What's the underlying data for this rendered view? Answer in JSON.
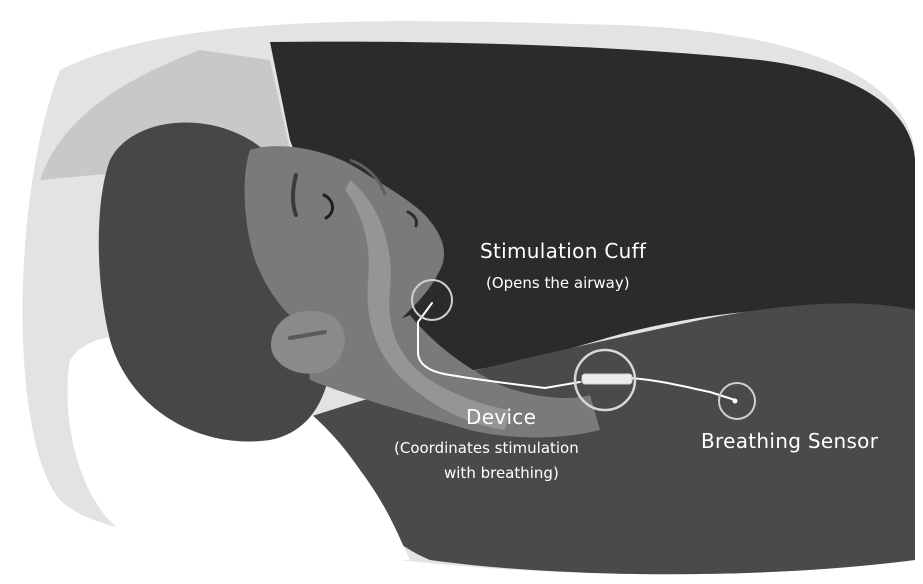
{
  "labels": {
    "cuff": {
      "title": "Stimulation Cuff",
      "sub": "(Opens the airway)"
    },
    "device": {
      "title": "Device",
      "sub_line1": "(Coordinates stimulation",
      "sub_line2": "with breathing)"
    },
    "sensor": {
      "title": "Breathing Sensor"
    }
  },
  "colors": {
    "background": "#ffffff",
    "pillow": "#dcdcdc",
    "dark_wall": "#2c2c2c",
    "blanket": "#4b4b4b",
    "hair": "#4a4a4a",
    "skin": "#7a7a7a",
    "neck_highlight": "#9a9a9a",
    "label_text": "#ffffff"
  }
}
